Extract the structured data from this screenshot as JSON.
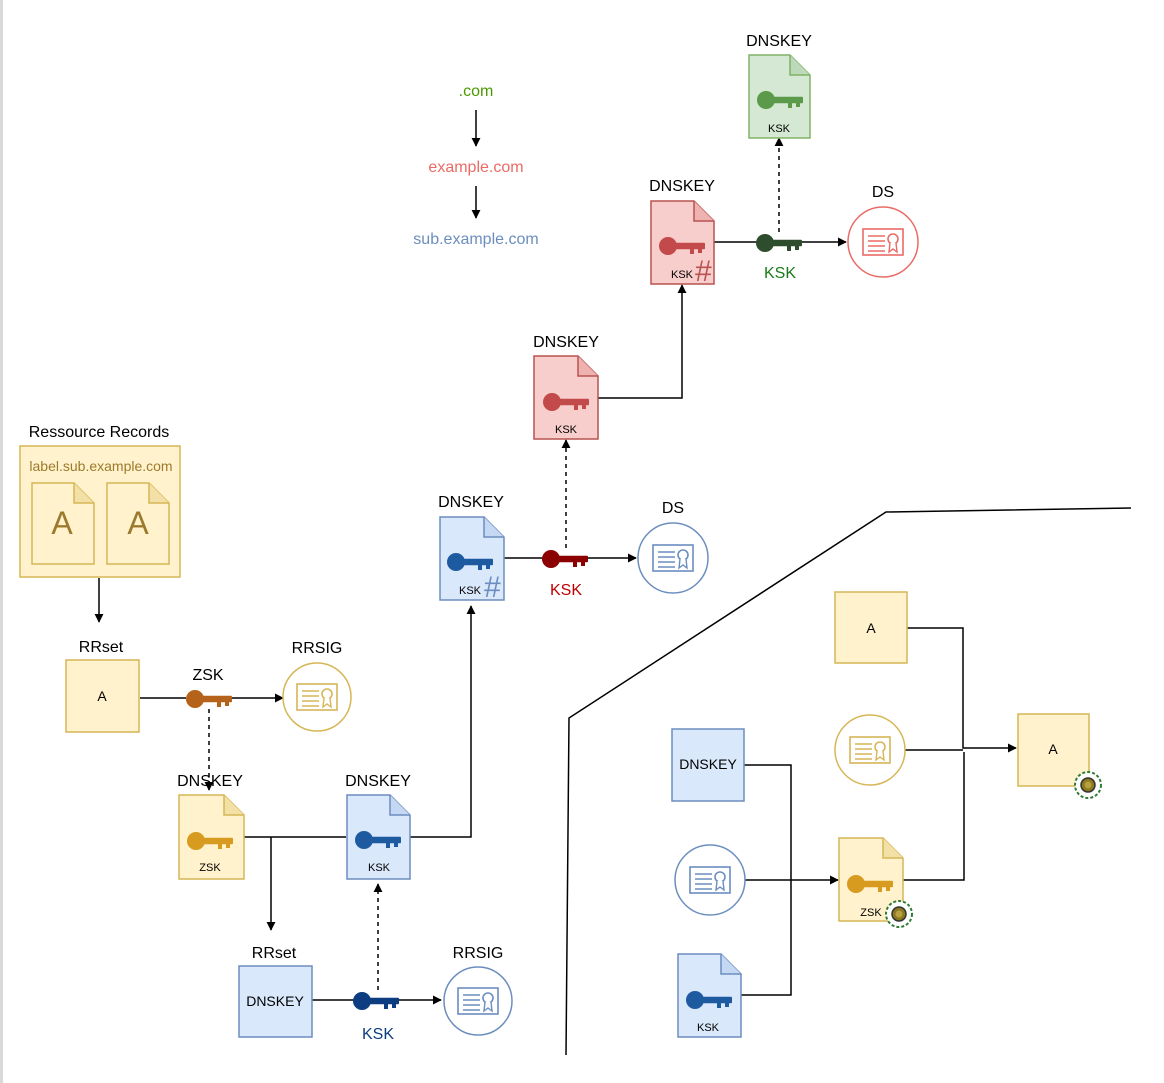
{
  "hierarchy": {
    "com": ".com",
    "example": "example.com",
    "sub": "sub.example.com"
  },
  "labels": {
    "resource_records": "Ressource Records",
    "rr_domain": "label.sub.example.com",
    "a_glyph": "A",
    "rrset": "RRset",
    "a": "A",
    "zsk": "ZSK",
    "ksk": "KSK",
    "rrsig": "RRSIG",
    "dnskey": "DNSKEY",
    "ds": "DS",
    "hash": "#"
  },
  "colors": {
    "yellow_fill": "#fff2cc",
    "yellow_stroke": "#d6b656",
    "blue_fill": "#dae8fc",
    "blue_stroke": "#6c8ebf",
    "red_fill": "#f8cecc",
    "red_stroke": "#b85450",
    "green_fill": "#d5e8d4",
    "green_stroke": "#82b366",
    "com_text": "#4d9900",
    "example_text": "#ea6b66",
    "sub_text": "#6c8ebf",
    "zsk_key": "#b5621a",
    "yellow_key": "#d79b1f",
    "blue_key": "#1e5aa0",
    "dark_blue_key": "#0b3d80",
    "dark_red_key": "#8b0000",
    "green_key": "#2d4d2d",
    "red_key": "#c24a4a",
    "green_key_light": "#5a9a4a"
  }
}
